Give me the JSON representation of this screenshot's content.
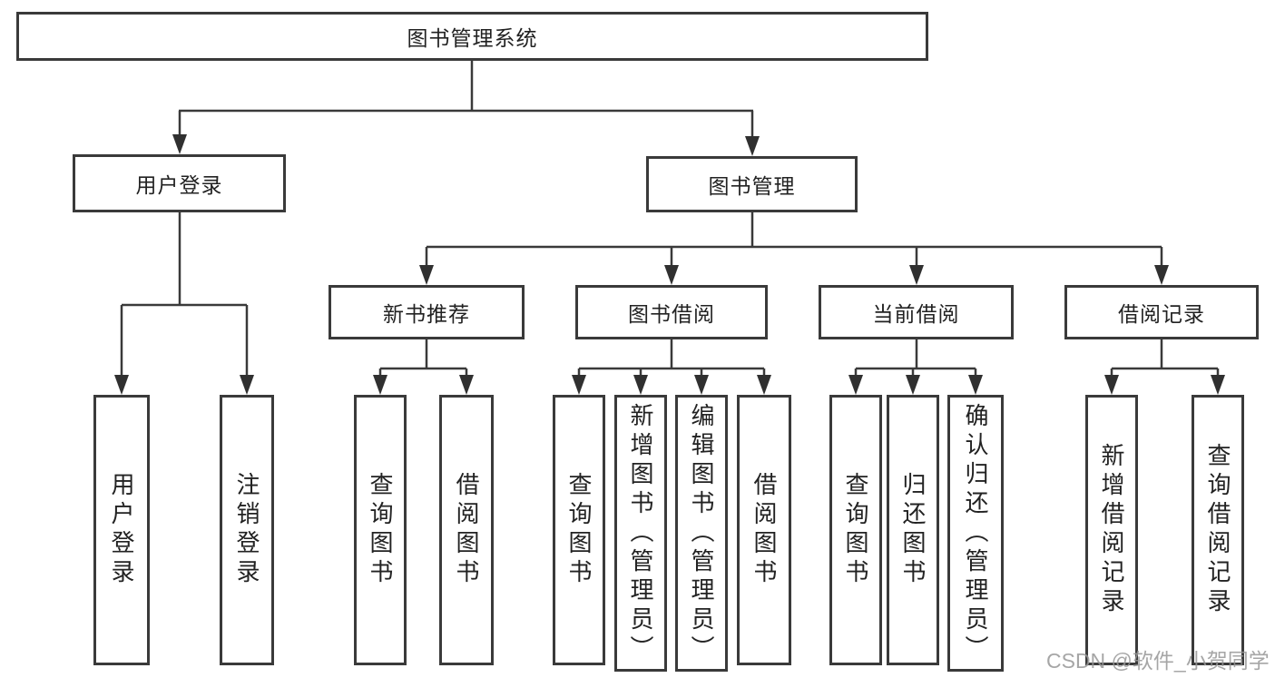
{
  "tree": {
    "root": {
      "label": "图书管理系统"
    },
    "branches": [
      {
        "label": "用户登录",
        "children": [
          {
            "label": "用户登录"
          },
          {
            "label": "注销登录"
          }
        ]
      },
      {
        "label": "图书管理",
        "groups": [
          {
            "label": "新书推荐",
            "children": [
              {
                "label": "查询图书"
              },
              {
                "label": "借阅图书"
              }
            ]
          },
          {
            "label": "图书借阅",
            "children": [
              {
                "label": "查询图书"
              },
              {
                "label": "新增图书（管理员）"
              },
              {
                "label": "编辑图书（管理员）"
              },
              {
                "label": "借阅图书"
              }
            ]
          },
          {
            "label": "当前借阅",
            "children": [
              {
                "label": "查询图书"
              },
              {
                "label": "归还图书"
              },
              {
                "label": "确认归还（管理员）"
              }
            ]
          },
          {
            "label": "借阅记录",
            "children": [
              {
                "label": "新增借阅记录"
              },
              {
                "label": "查询借阅记录"
              }
            ]
          }
        ]
      }
    ]
  },
  "watermark": "CSDN @软件_小贺同学",
  "colors": {
    "line": "#3a3a3a",
    "text": "#222222",
    "background": "#ffffff",
    "watermark_gray": "#969696"
  }
}
